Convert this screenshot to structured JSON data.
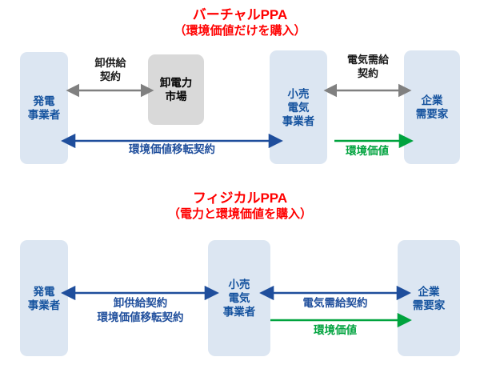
{
  "diagram": {
    "sections": [
      {
        "id": "virtual-ppa",
        "title_main": "バーチャルPPA",
        "title_sub": "（環境価値だけを購入）",
        "title_color": "#ff0000",
        "boxes": [
          {
            "id": "generator",
            "label": "発電\n事業者",
            "style": "blue"
          },
          {
            "id": "wholesale-market",
            "label": "卸電力\n市場",
            "style": "gray"
          },
          {
            "id": "retailer",
            "label": "小売\n電気\n事業者",
            "style": "blue"
          },
          {
            "id": "corporate",
            "label": "企業\n需要家",
            "style": "blue"
          }
        ],
        "connections": [
          {
            "id": "wholesale-supply",
            "label": "卸供給\n契約",
            "color": "#808080",
            "direction": "both"
          },
          {
            "id": "power-demand",
            "label": "電気需給\n契約",
            "color": "#808080",
            "direction": "both"
          },
          {
            "id": "env-value-transfer",
            "label": "環境価値移転契約",
            "color": "#1f4e9c",
            "direction": "both"
          },
          {
            "id": "env-value",
            "label": "環境価値",
            "color": "#00a33e",
            "direction": "right"
          }
        ]
      },
      {
        "id": "physical-ppa",
        "title_main": "フィジカルPPA",
        "title_sub": "（電力と環境価値を購入）",
        "title_color": "#ff0000",
        "boxes": [
          {
            "id": "generator",
            "label": "発電\n事業者",
            "style": "blue"
          },
          {
            "id": "retailer",
            "label": "小売\n電気\n事業者",
            "style": "blue"
          },
          {
            "id": "corporate",
            "label": "企業\n需要家",
            "style": "blue"
          }
        ],
        "connections": [
          {
            "id": "supply-and-transfer",
            "label": "卸供給契約\n環境価値移転契約",
            "color": "#1f4e9c",
            "direction": "both"
          },
          {
            "id": "power-demand",
            "label": "電気需給契約",
            "color": "#1f4e9c",
            "direction": "both"
          },
          {
            "id": "env-value",
            "label": "環境価値",
            "color": "#00a33e",
            "direction": "right"
          }
        ]
      }
    ],
    "colors": {
      "box_blue_fill": "#dce6f2",
      "box_blue_text": "#14529e",
      "box_gray_fill": "#d9d9d9",
      "box_gray_text": "#000000",
      "arrow_blue": "#1f4e9c",
      "arrow_green": "#00a33e",
      "arrow_gray": "#808080",
      "title_red": "#ff0000",
      "background": "#ffffff"
    }
  }
}
